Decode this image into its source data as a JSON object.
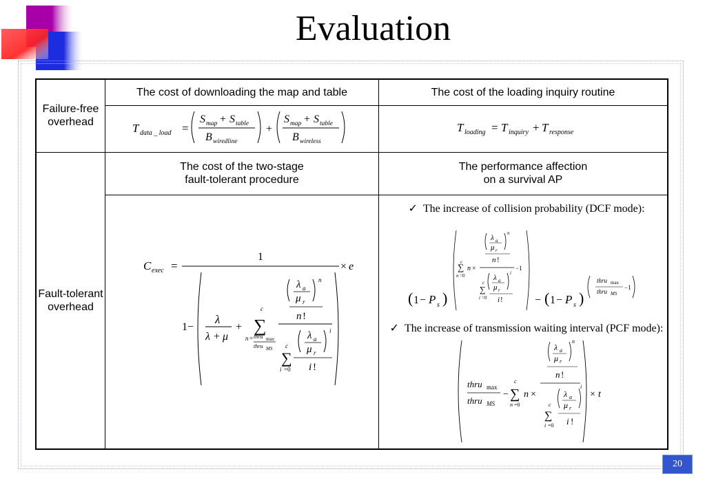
{
  "slide": {
    "title": "Evaluation",
    "page_number": "20"
  },
  "table": {
    "row1": {
      "header": "Failure-free overhead",
      "col1_header": "The cost of downloading the map and table",
      "col2_header": "The cost of the loading inquiry routine"
    },
    "row2": {
      "header": "Fault-tolerant overhead",
      "col1_header_line1": "The cost of the two-stage",
      "col1_header_line2": "fault-tolerant procedure",
      "col2_header_line1": "The performance affection",
      "col2_header_line2": "on a survival AP",
      "bullet1": "The increase of collision probability (DCF mode):",
      "bullet2": "The increase of transmission waiting interval  (PCF mode):"
    }
  },
  "colors": {
    "logo_purple": "#a800a8",
    "logo_blue": "#1e2ce0",
    "logo_red": "#ff2b2b",
    "page_badge": "#3355cc"
  }
}
